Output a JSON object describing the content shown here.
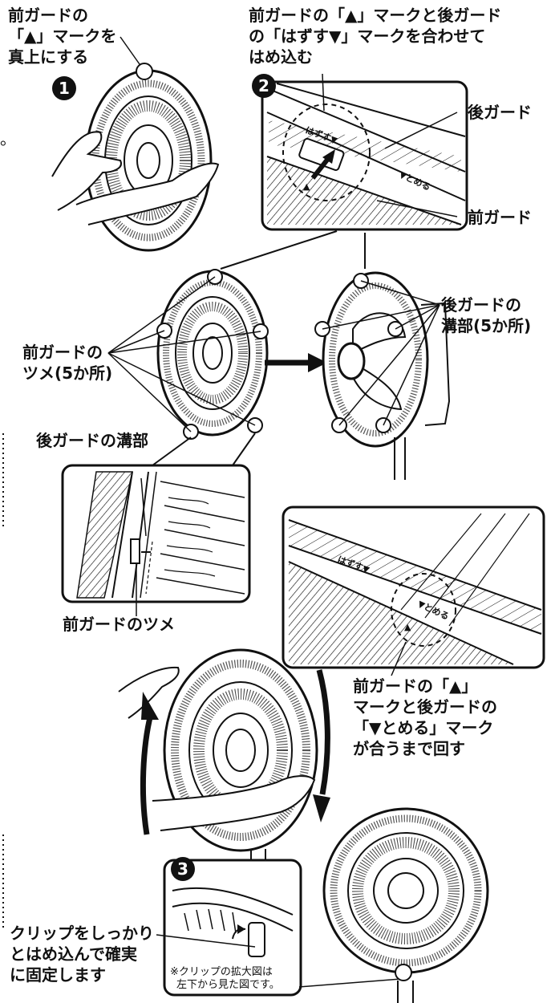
{
  "steps": {
    "s1": "1",
    "s2": "2",
    "s3": "3"
  },
  "labels": {
    "top_left": [
      "前ガードの",
      "「▲」マークを",
      "真上にする"
    ],
    "top_right": [
      "前ガードの「▲」マークと後ガード",
      "の「はずす▼」マークを合わせて",
      "はめ込む"
    ],
    "rear_guard": "後ガード",
    "front_guard": "前ガード",
    "rear_groove_5": [
      "後ガードの",
      "溝部(5か所)"
    ],
    "front_tab_5": [
      "前ガードの",
      "ツメ(5か所)"
    ],
    "rear_groove": "後ガードの溝部",
    "front_tab": "前ガードのツメ",
    "rotate": [
      "前ガードの「▲」",
      "マークと後ガードの",
      "「▼とめる」マーク",
      "が合うまで回す"
    ],
    "clip": [
      "クリップをしっかり",
      "とはめ込んで確実",
      "に固定します"
    ],
    "clip_note": [
      "※クリップの拡大図は",
      "左下から見た図です。"
    ]
  },
  "marks": {
    "hazusu": "はずす▼",
    "tomeru": "▼とめる",
    "triangle": "▲"
  },
  "stray_mark": "。"
}
